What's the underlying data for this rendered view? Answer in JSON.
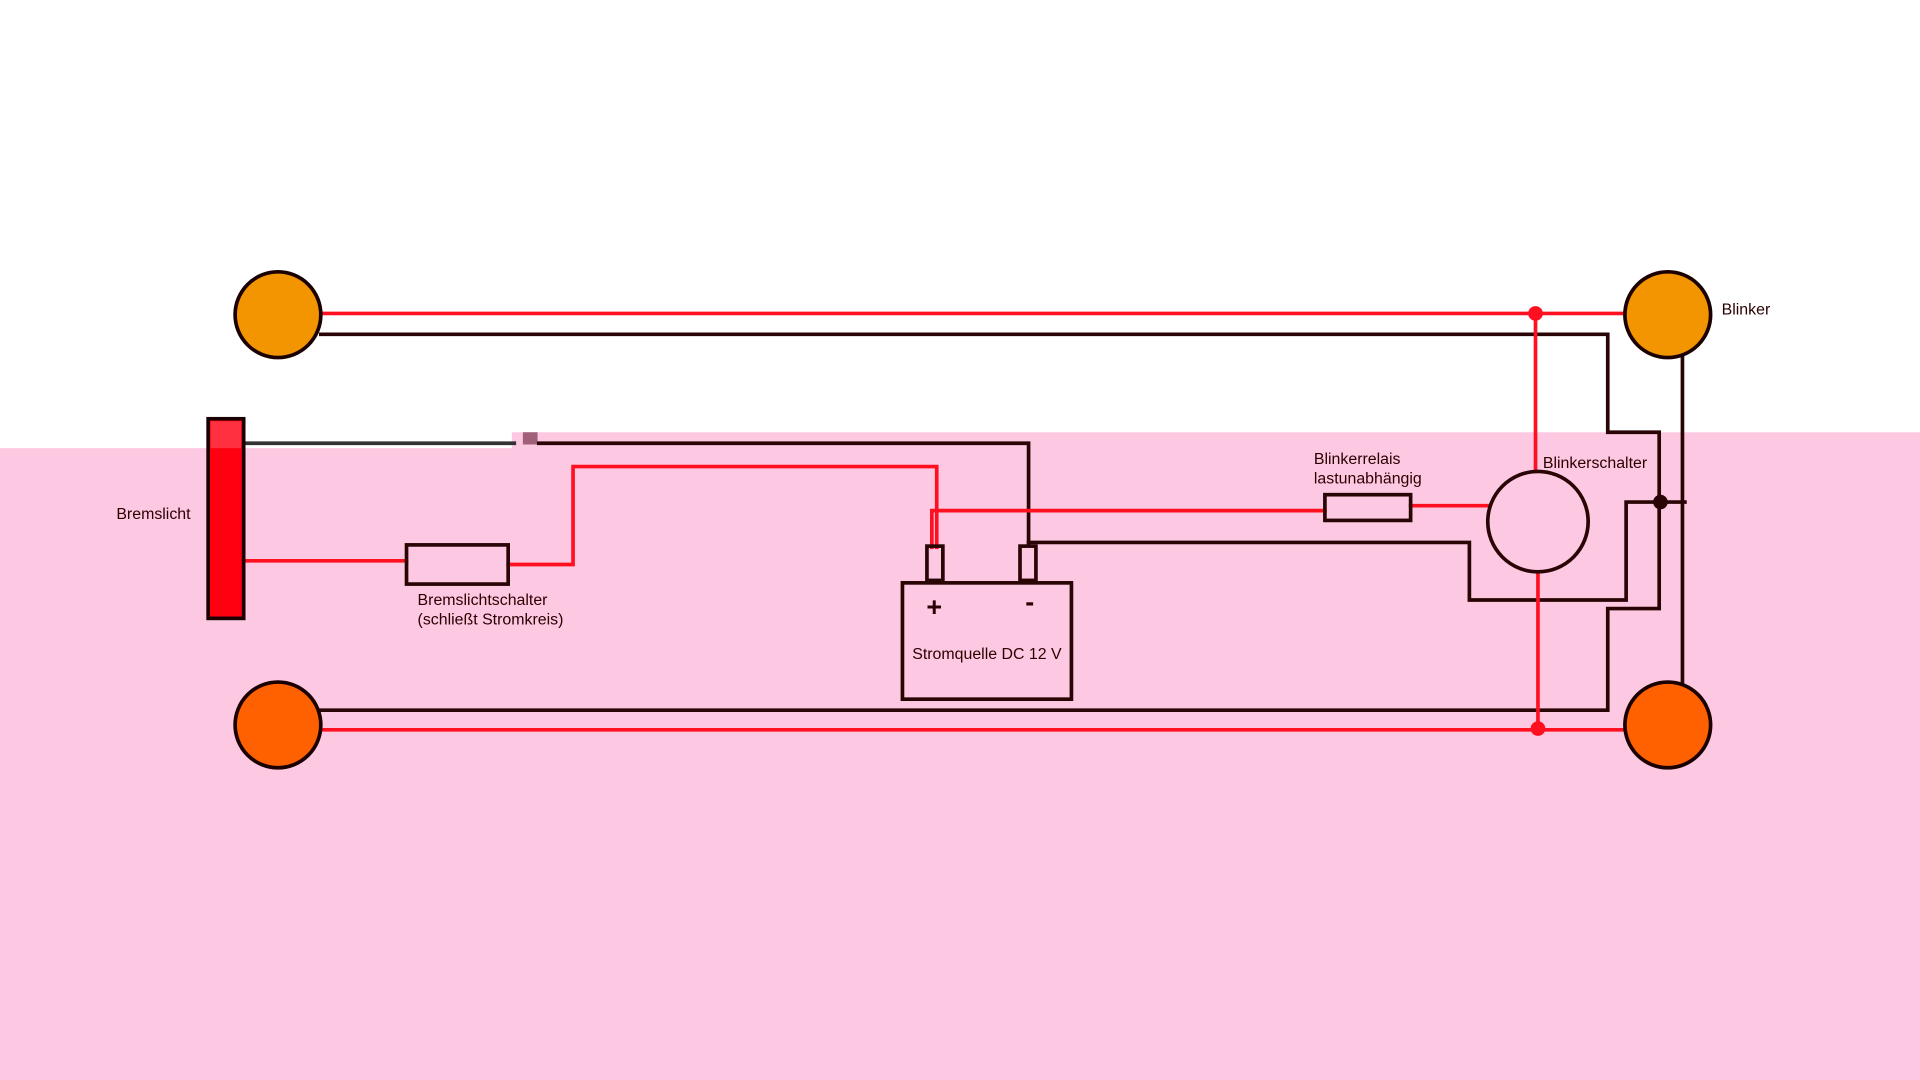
{
  "labels": {
    "brake_light": "Bremslicht",
    "brake_switch_line1": "Bremslichtschalter",
    "brake_switch_line2": "(schließt Stromkreis)",
    "relay_line1": "Blinkerrelais",
    "relay_line2": "lastunabhängig",
    "indicator_switch": "Blinkerschalter",
    "indicator": "Blinker",
    "power_source": "Stromquelle DC 12 V",
    "plus": "+",
    "minus": "-"
  },
  "colors": {
    "background_pink": "#fdc9e2",
    "wire_red": "#ff1020",
    "wire_black": "#2a0505",
    "indicator_front": "#f39500",
    "indicator_rear": "#ff6000",
    "brake_light": "#ff0010"
  }
}
